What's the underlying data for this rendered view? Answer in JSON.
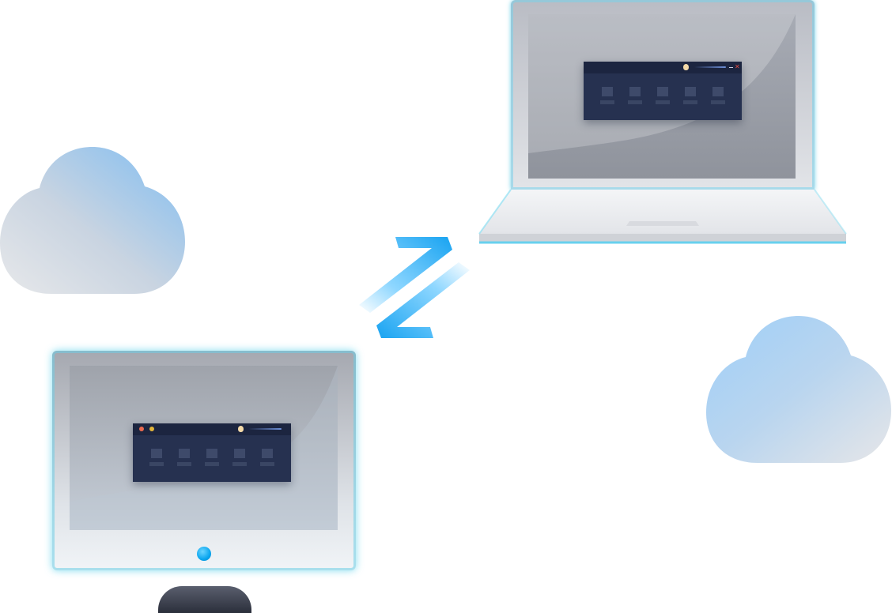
{
  "scene": {
    "description_items": [
      "laptop",
      "monitor",
      "cloud-left",
      "cloud-right",
      "sync-arrows"
    ],
    "colors": {
      "accent": "#1aa8f0",
      "app_window_bg": "#263150",
      "app_titlebar_bg": "#1c2540",
      "cloud_blue": "#8ec3f2",
      "cloud_gray": "#e6e7ea",
      "close_red": "#e0483e",
      "traffic_orange": "#ea6a4f",
      "traffic_yellow": "#e2b43a"
    },
    "icons": {
      "sync": "sync-arrows-icon",
      "cloud": "cloud-icon",
      "close": "close-icon",
      "minimize": "minimize-icon",
      "app_logo": "app-logo-icon"
    }
  },
  "laptop_app": {
    "tile_count": 5
  },
  "monitor_app": {
    "tile_count": 5
  }
}
